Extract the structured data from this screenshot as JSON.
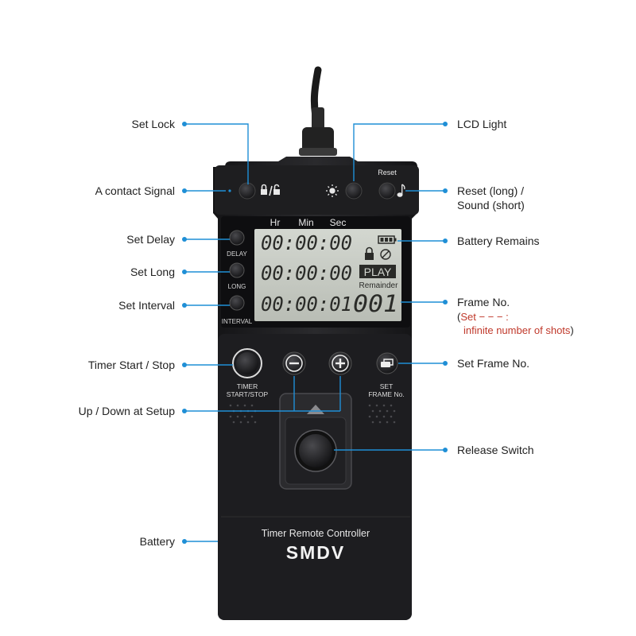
{
  "left_labels": [
    {
      "id": "set-lock",
      "text": "Set Lock"
    },
    {
      "id": "contact-signal",
      "text": "A contact Signal"
    },
    {
      "id": "set-delay",
      "text": "Set Delay"
    },
    {
      "id": "set-long",
      "text": "Set Long"
    },
    {
      "id": "set-interval",
      "text": "Set Interval"
    },
    {
      "id": "timer-start-stop",
      "text": "Timer Start / Stop"
    },
    {
      "id": "up-down",
      "text": "Up / Down at Setup"
    },
    {
      "id": "battery",
      "text": "Battery"
    }
  ],
  "right_labels": {
    "lcd_light": "LCD Light",
    "reset_line1": "Reset (long) /",
    "reset_line2": "Sound (short)",
    "battery_remains": "Battery Remains",
    "frame_no": "Frame No.",
    "frame_note_open": "(",
    "frame_note_set": "Set − − −   :",
    "frame_note_line2": "infinite number of shots",
    "frame_note_close": ")",
    "set_frame_no": "Set Frame No.",
    "release_switch": "Release Switch"
  },
  "device": {
    "reset_label": "Reset",
    "lcd_header": {
      "hr": "Hr",
      "min": "Min",
      "sec": "Sec"
    },
    "lcd_rows": [
      "00:00:00",
      "00:00:00",
      "00:00:01"
    ],
    "frame_count": "001",
    "play_label": "PLAY",
    "remainder_label": "Remainder",
    "side_buttons": [
      "DELAY",
      "LONG",
      "INTERVAL"
    ],
    "timer_label_line1": "TIMER",
    "timer_label_line2": "START/STOP",
    "set_label_line1": "SET",
    "set_label_line2": "FRAME No.",
    "product_name": "Timer Remote Controller",
    "brand": "SMDV"
  },
  "colors": {
    "accent": "#1f8fd6",
    "body": "#1c1c1e",
    "lcd": "#c9cdc6",
    "note_red": "#c0392b"
  },
  "icons": {
    "lock": "lock-unlock-icon",
    "light": "sun-icon",
    "sound": "music-note-icon",
    "minus": "minus-icon",
    "plus": "plus-icon",
    "frame": "frame-icon",
    "battery": "battery-icon",
    "up": "triangle-up-icon"
  }
}
